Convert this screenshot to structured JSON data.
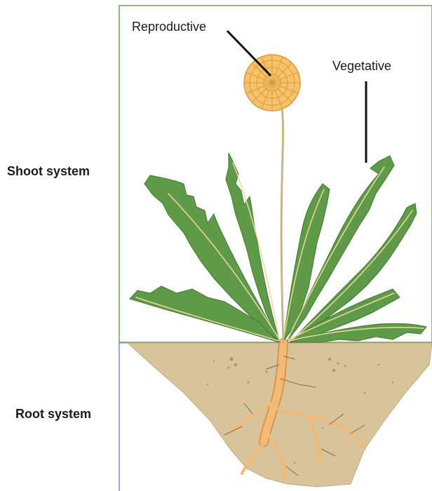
{
  "diagram": {
    "regions": {
      "shoot": {
        "label": "Shoot system"
      },
      "root": {
        "label": "Root system"
      }
    },
    "callouts": {
      "reproductive": "Reproductive",
      "vegetative": "Vegetative"
    },
    "colors": {
      "shoot_frame": "#6ea060",
      "root_frame": "#8090c8",
      "soil": "#d8c49a",
      "soil_speck": "#a8946a",
      "root": "#f4b877",
      "root_outline": "#d88a3a",
      "stem": "#c8b48a",
      "leaf": "#5e9a48",
      "leaf_outline": "#3f7a30",
      "leaf_vein": "#f2d6a0",
      "flower": "#f6c36a",
      "flower_outline": "#d89a3a",
      "leader_line": "#111111"
    }
  }
}
